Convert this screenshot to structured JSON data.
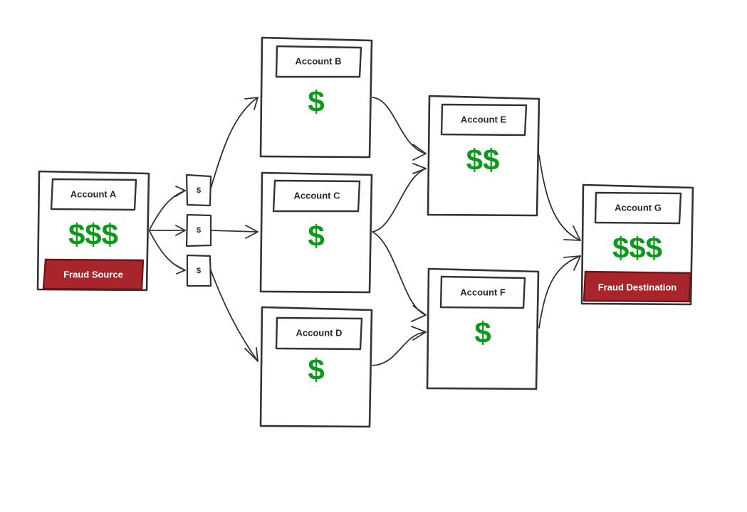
{
  "nodes": {
    "a": {
      "title": "Account A",
      "money": "$$$",
      "badge": "Fraud Source"
    },
    "b": {
      "title": "Account B",
      "money": "$"
    },
    "c": {
      "title": "Account C",
      "money": "$"
    },
    "d": {
      "title": "Account D",
      "money": "$"
    },
    "e": {
      "title": "Account E",
      "money": "$$"
    },
    "f": {
      "title": "Account F",
      "money": "$"
    },
    "g": {
      "title": "Account G",
      "money": "$$$",
      "badge": "Fraud Destination"
    }
  },
  "chunks": [
    {
      "label": "$"
    },
    {
      "label": "$"
    },
    {
      "label": "$"
    }
  ],
  "colors": {
    "money": "#0a9a1a",
    "badge_fill": "#a8262b",
    "stroke": "#333333"
  }
}
